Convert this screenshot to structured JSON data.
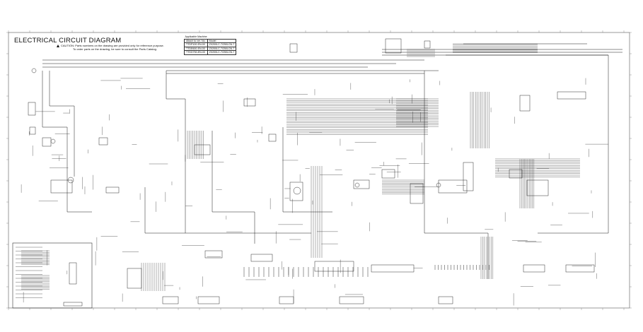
{
  "header": {
    "title": "ELECTRICAL CIRCUIT DIAGRAM",
    "caution_line1": "CAUTION: Parts numbers on the drawing are provided only for reference purpose.",
    "caution_line2": "To order parts on the drawing, be sure to consult the Parts Catalog."
  },
  "machine_table": {
    "heading": "Applicable Machine",
    "columns": [
      "Attach to ver. No.",
      "Model"
    ],
    "rows": [
      [
        "TTDP100-EN-00",
        "ZX200LC-7/250LCN-7"
      ],
      [
        "TTDE600-EN-00",
        "ZX200LC-7/250LCN-7"
      ],
      [
        "TTDD750-EN-00",
        "ZX200LC-7/250LCN-7"
      ]
    ]
  },
  "colors": {
    "paper": "#ffffff",
    "line": "#1a1a1a",
    "frame": "#555555"
  }
}
